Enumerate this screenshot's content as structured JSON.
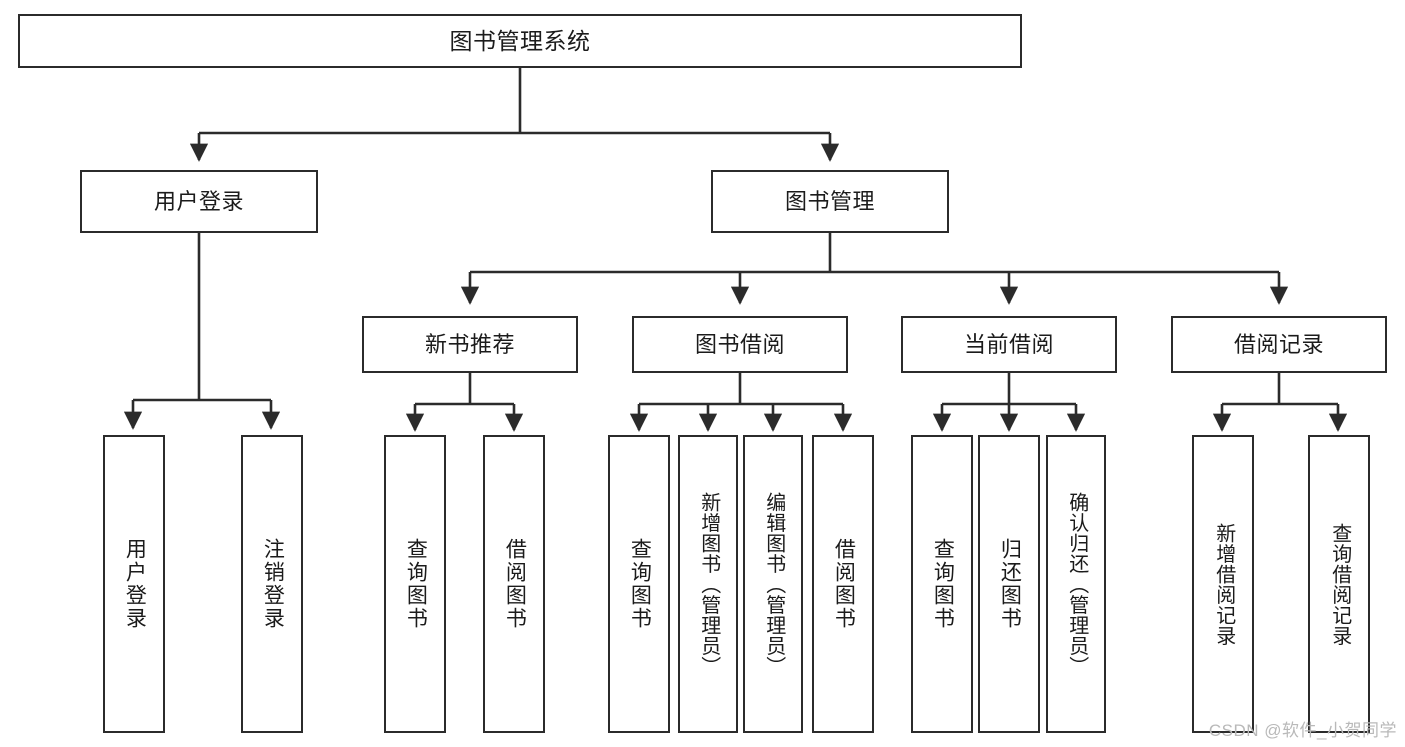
{
  "diagram": {
    "title": "图书管理系统",
    "type": "tree-hierarchy-chart",
    "orientation": "top-down",
    "colors": {
      "box_border": "#2b2b2b",
      "box_fill": "#ffffff",
      "edge": "#2b2b2b",
      "text": "#1b1b1b",
      "watermark": "#b9b9b9",
      "background": "#ffffff"
    }
  },
  "watermark": {
    "text": "CSDN @软件_小贺同学"
  },
  "nodes": {
    "root": {
      "label": "图书管理系统"
    },
    "level2": [
      {
        "id": "user-login",
        "label": "用户登录"
      },
      {
        "id": "book-management",
        "label": "图书管理"
      }
    ],
    "level3": [
      {
        "id": "new-book-recommend",
        "label": "新书推荐"
      },
      {
        "id": "book-borrow",
        "label": "图书借阅"
      },
      {
        "id": "current-borrow",
        "label": "当前借阅"
      },
      {
        "id": "borrow-record",
        "label": "借阅记录"
      }
    ],
    "leaves": {
      "user_login": [
        {
          "id": "leaf-user-login",
          "label": "用户登录"
        },
        {
          "id": "leaf-logout-login",
          "label": "注销登录"
        }
      ],
      "new_book_recommend": [
        {
          "id": "leaf-query-book-1",
          "label": "查询图书"
        },
        {
          "id": "leaf-borrow-book-1",
          "label": "借阅图书"
        }
      ],
      "book_borrow": [
        {
          "id": "leaf-query-book-2",
          "label": "查询图书"
        },
        {
          "id": "leaf-add-book",
          "label": "新增图书（管理员）"
        },
        {
          "id": "leaf-edit-book",
          "label": "编辑图书（管理员）"
        },
        {
          "id": "leaf-borrow-book-2",
          "label": "借阅图书"
        }
      ],
      "current_borrow": [
        {
          "id": "leaf-query-book-3",
          "label": "查询图书"
        },
        {
          "id": "leaf-return-book",
          "label": "归还图书"
        },
        {
          "id": "leaf-confirm-return",
          "label": "确认归还（管理员）"
        }
      ],
      "borrow_record": [
        {
          "id": "leaf-add-borrow-record",
          "label": "新增借阅记录"
        },
        {
          "id": "leaf-query-borrow-record",
          "label": "查询借阅记录"
        }
      ]
    }
  }
}
